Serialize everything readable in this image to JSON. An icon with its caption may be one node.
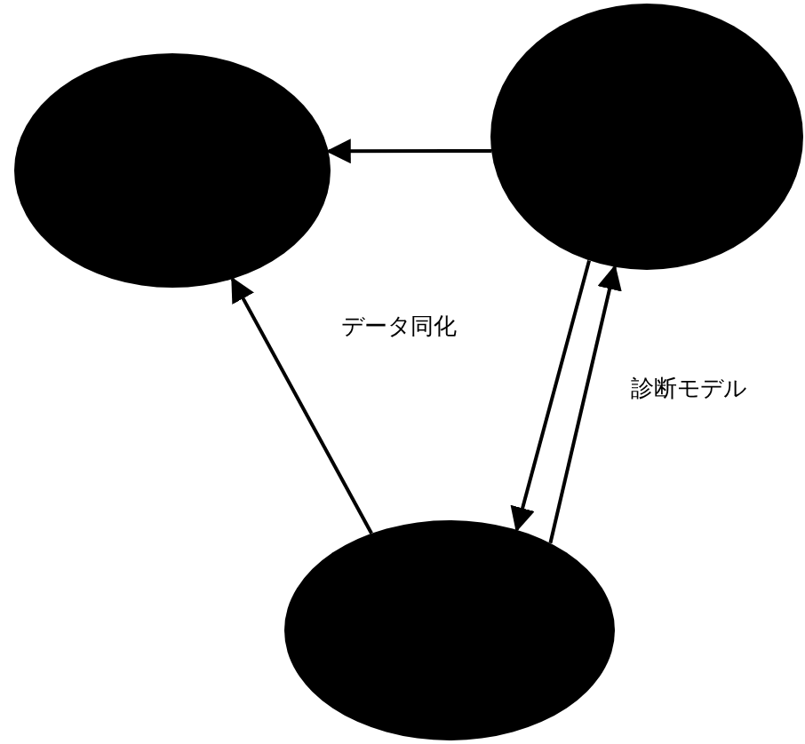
{
  "diagram": {
    "nodes": [
      {
        "text": [],
        "shape": "circle"
      },
      {
        "text": [],
        "shape": "circle"
      },
      {
        "text": [],
        "shape": "circle"
      }
    ],
    "edges": [
      {
        "from": 1,
        "to": 0,
        "arrow": "to"
      },
      {
        "from": 2,
        "to": 0,
        "arrow": "to"
      },
      {
        "from": 1,
        "to": 2,
        "arrow": "to"
      },
      {
        "from": 2,
        "to": 1,
        "arrow": "to"
      }
    ],
    "labels": [
      "データ同化",
      "診断モデル"
    ]
  }
}
